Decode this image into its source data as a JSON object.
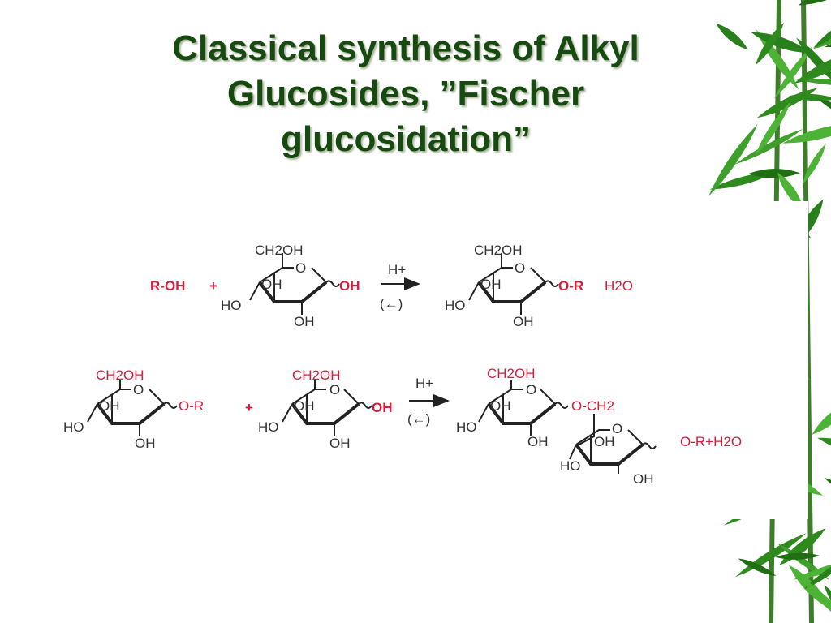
{
  "slide": {
    "title_lines": [
      "Classical synthesis of Alkyl",
      "Glucosides, ”Fischer",
      "glucosidation”"
    ]
  },
  "colors": {
    "title": "#174a10",
    "title_shadow": "#a9b39a",
    "reagent_red": "#d21f3c",
    "bond": "#222222",
    "bamboo": "#2f8a1d"
  },
  "decoration": {
    "right_edge": "bamboo-leaves"
  },
  "reaction1": {
    "reactant_alcohol": "R-OH",
    "plus": "+",
    "glucose": {
      "top_group": "CH2OH",
      "ring_o": "O",
      "ring_oh": "OH",
      "left_oh": "HO",
      "bottom_oh": "OH",
      "anomeric": "OH"
    },
    "catalyst": "H+",
    "reverse_arrow": "(←)",
    "product": {
      "top_group": "CH2OH",
      "ring_o": "O",
      "ring_oh": "OH",
      "left_oh": "HO",
      "bottom_oh": "OH",
      "anomeric": "O-R"
    },
    "byproduct": "H2O"
  },
  "reaction2": {
    "glucoside": {
      "top_group": "CH2OH",
      "ring_o": "O",
      "ring_oh": "OH",
      "left_oh": "HO",
      "bottom_oh": "OH",
      "anomeric": "O-R"
    },
    "plus": "+",
    "glucose": {
      "top_group": "CH2OH",
      "ring_o": "O",
      "ring_oh": "OH",
      "left_oh": "HO",
      "bottom_oh": "OH",
      "anomeric": "OH"
    },
    "catalyst": "H+",
    "reverse_arrow": "(←)",
    "product_upper": {
      "top_group": "CH2OH",
      "ring_o": "O",
      "ring_oh": "OH",
      "left_oh": "HO",
      "bottom_oh": "OH",
      "link": "O-CH2"
    },
    "product_lower": {
      "ring_o": "O",
      "ring_oh": "OH",
      "left_oh": "HO",
      "bottom_oh": "OH",
      "anomeric": "O-R+H2O"
    }
  }
}
